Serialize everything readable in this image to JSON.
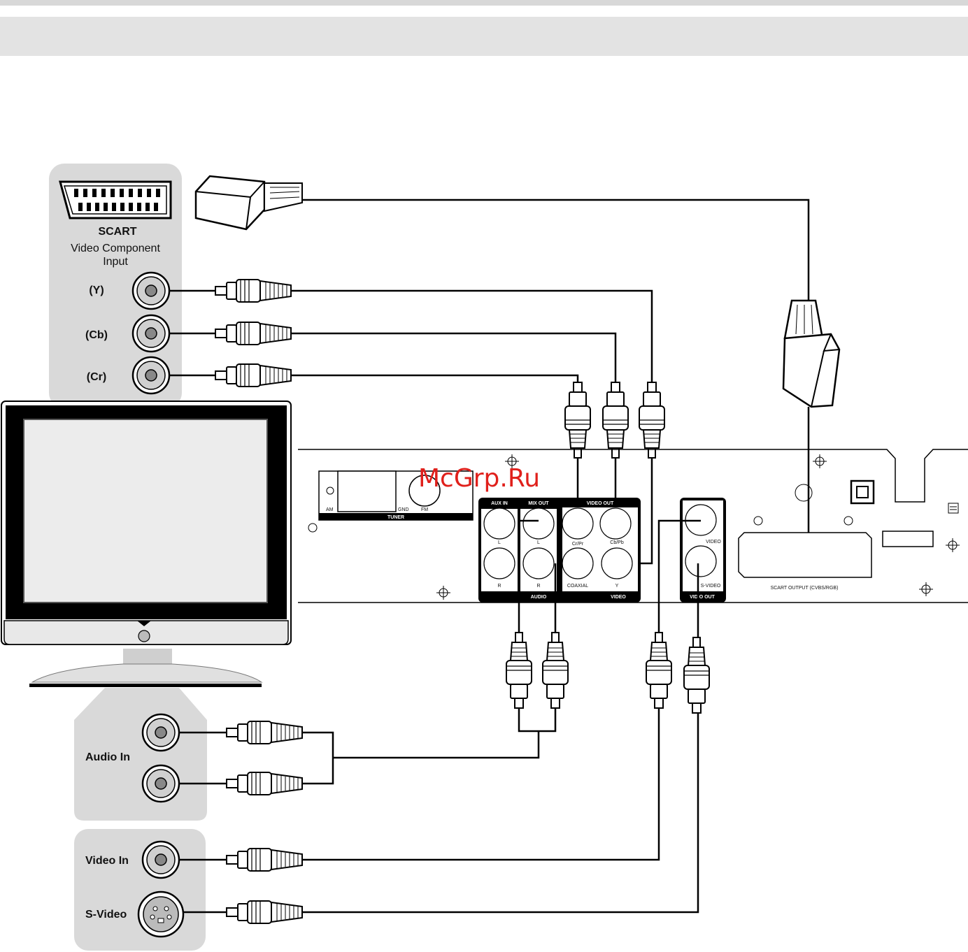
{
  "watermark": "McGrp.Ru",
  "tv_panel_top": {
    "scart_label": "SCART",
    "component_title_line1": "Video Component",
    "component_title_line2": "Input",
    "y_label": "(Y)",
    "cb_label": "(Cb)",
    "cr_label": "(Cr)"
  },
  "tv_panel_bottom": {
    "audio_in_label": "Audio In",
    "video_in_label": "Video In",
    "svideo_label": "S-Video"
  },
  "rear_panel": {
    "tuner": {
      "am": "AM",
      "gnd": "GND",
      "fm": "FM",
      "title": "TUNER"
    },
    "aux_in": "AUX IN",
    "mix_out": "MIX OUT",
    "video_out_top": "VIDEO OUT",
    "cr_pr": "Cr/Pr",
    "cb_pb": "Cb/Pb",
    "coaxial": "COAXIAL",
    "y": "Y",
    "l": "L",
    "r": "R",
    "audio_title": "AUDIO",
    "video_title": "VIDEO",
    "video_jack": "VIDEO",
    "svideo_jack": "S-VIDEO",
    "video_out_title": "VIDIO OUT",
    "scart_output": "SCART OUTPUT (CVBS/RGB)"
  },
  "icons": [
    "scart-socket-icon",
    "rca-jack-icon",
    "rca-plug-icon",
    "svideo-jack-icon",
    "tv-monitor-icon"
  ]
}
